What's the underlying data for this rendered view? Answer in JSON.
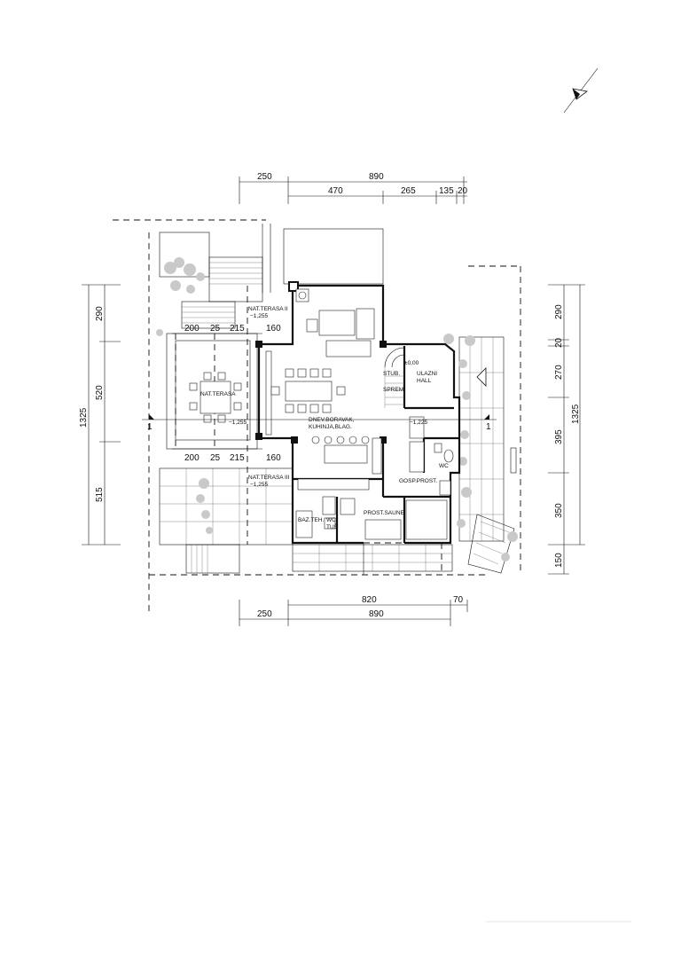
{
  "dimensions": {
    "top_row1": [
      "250",
      "890"
    ],
    "top_row2": [
      "470",
      "265",
      "135",
      "20"
    ],
    "bottom_row1": [
      "820",
      "70"
    ],
    "bottom_row2": [
      "250",
      "890"
    ],
    "left_total": "1325",
    "left_parts": [
      "290",
      "520",
      "515"
    ],
    "right_total": "1325",
    "right_parts": [
      "290",
      "20",
      "270",
      "395",
      "350",
      "150"
    ],
    "terrace_top": [
      "200",
      "25",
      "215",
      "160"
    ],
    "terrace_bottom": [
      "200",
      "25",
      "215",
      "160"
    ]
  },
  "rooms": {
    "terrace_ii": "NAT.TERASA II",
    "terrace_ii_level": "−1,255",
    "terrace": "NAT.TERASA",
    "terrace_level": "−1,255",
    "terrace_iii": "NAT.TERASA III",
    "terrace_iii_level": "−1,255",
    "living_line1": "DNEV.BORAVAK,",
    "living_line2": "KUHINJA,BLAG.",
    "stairs": "STUB.",
    "level_zero": "±0,00",
    "entrance_line1": "ULAZNI",
    "entrance_line2": "HALL",
    "storage": "SPREM.",
    "hall_level": "−1,225",
    "wc": "WC",
    "utility": "GOSP.PROST.",
    "pool_tech": "BAZ.TEH.",
    "wc_shower_line1": "WC/",
    "wc_shower_line2": "TUŠ",
    "sauna": "PROST.SAUNE"
  },
  "section_marks": [
    "1",
    "1"
  ]
}
